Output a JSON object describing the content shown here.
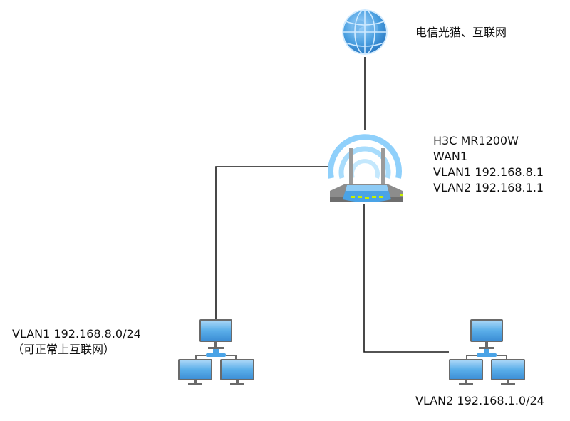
{
  "diagram": {
    "type": "network-topology",
    "nodes": {
      "internet": {
        "icon": "globe-icon",
        "label": "电信光猫、互联网"
      },
      "router": {
        "icon": "wireless-router-icon",
        "lines": [
          "H3C MR1200W",
          "WAN1",
          "VLAN1 192.168.8.1",
          "VLAN2 192.168.1.1"
        ]
      },
      "vlan1": {
        "icon": "network-computers-icon",
        "lines": [
          "VLAN1 192.168.8.0/24",
          "（可正常上互联网）"
        ]
      },
      "vlan2": {
        "icon": "network-computers-icon",
        "lines": [
          "VLAN2 192.168.1.0/24"
        ]
      }
    },
    "edges": [
      {
        "from": "internet",
        "to": "router"
      },
      {
        "from": "router",
        "to": "vlan1"
      },
      {
        "from": "router",
        "to": "vlan2"
      }
    ],
    "colors": {
      "line": "#1a1a1a",
      "wifi_wave": "#8fd0fb",
      "screen_blue": "#4aa3e6",
      "led_green": "#c8f000",
      "router_gray": "#8a8a8a"
    }
  }
}
